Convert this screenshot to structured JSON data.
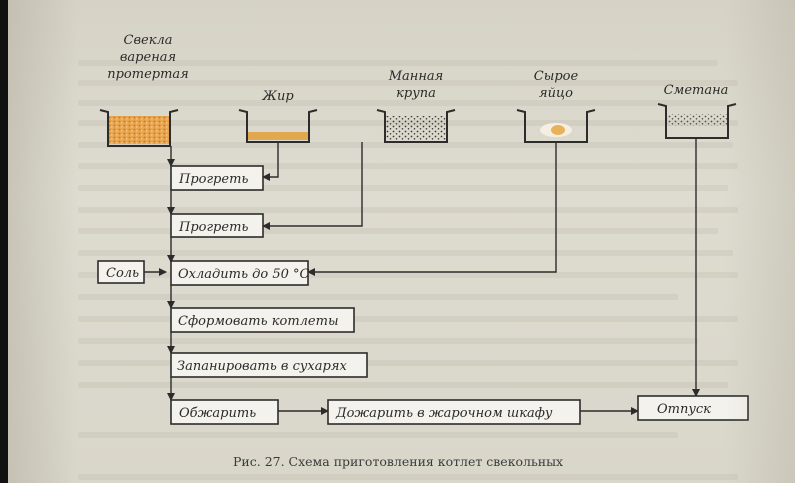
{
  "ingredients": {
    "beet_line1": "Свекла",
    "beet_line2": "вареная",
    "beet_line3": "протертая",
    "fat": "Жир",
    "semolina_line1": "Манная",
    "semolina_line2": "крупа",
    "eggs_line1": "Сырое",
    "eggs_line2": "яйцо",
    "sour_cream": "Сметана",
    "salt": "Соль"
  },
  "steps": {
    "heat1": "Прогреть",
    "heat2": "Прогреть",
    "cool": "Охладить до 50 °С",
    "form": "Сформовать котлеты",
    "bread": "Запанировать в сухарях",
    "fry": "Обжарить",
    "finish": "Дожарить в жарочном шкафу",
    "serve": "Отпуск"
  },
  "caption": "Рис. 27. Схема приготовления котлет свекольных",
  "colors": {
    "paper": "#dcd9cd",
    "ink": "#2c2c2c",
    "beet_fill": "#e6a24a",
    "fat_fill": "#e2a850",
    "egg_fill": "#e8b25a"
  }
}
